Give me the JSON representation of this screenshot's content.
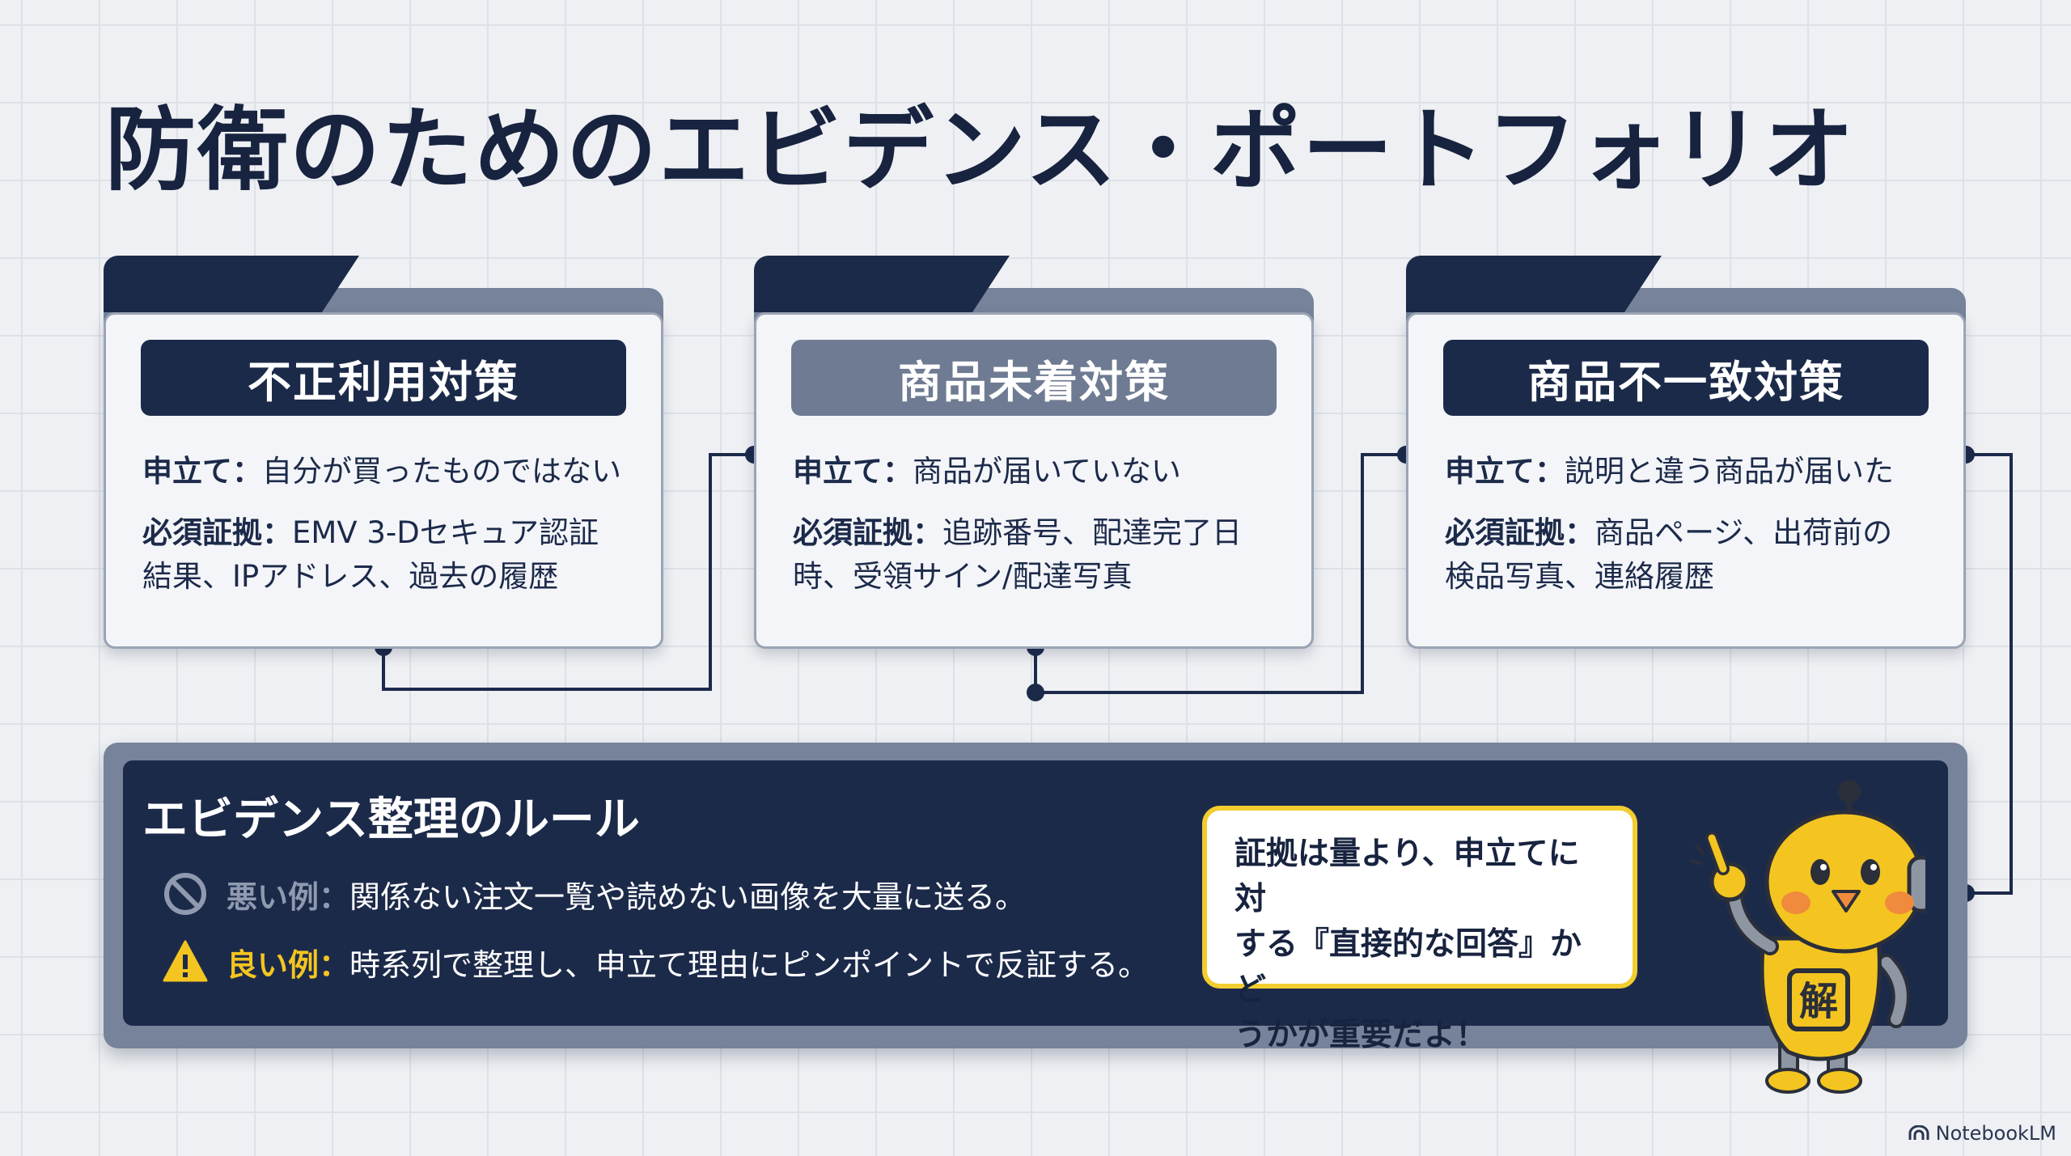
{
  "title": "防衛のためのエビデンス・ポートフォリオ",
  "folders": [
    {
      "label": "不正利用対策",
      "claim_key": "申立て：",
      "claim_value": "自分が買ったものではない",
      "evidence_key": "必須証拠：",
      "evidence_value_1": "EMV 3-Dセキュア認証",
      "evidence_value_2": "結果、IPアドレス、過去の履歴"
    },
    {
      "label": "商品未着対策",
      "claim_key": "申立て：",
      "claim_value": "商品が届いていない",
      "evidence_key": "必須証拠：",
      "evidence_value_1": "追跡番号、配達完了日",
      "evidence_value_2": "時、受領サイン/配達写真"
    },
    {
      "label": "商品不一致対策",
      "claim_key": "申立て：",
      "claim_value": "説明と違う商品が届いた",
      "evidence_key": "必須証拠：",
      "evidence_value_1": "商品ページ、出荷前の",
      "evidence_value_2": "検品写真、連絡履歴"
    }
  ],
  "rules": {
    "title": "エビデンス整理のルール",
    "bad_key": "悪い例：",
    "bad_desc": "関係ない注文一覧や読めない画像を大量に送る。",
    "good_key": "良い例：",
    "good_desc": "時系列で整理し、申立て理由にピンポイントで反証する。"
  },
  "bubble": {
    "line1": "証拠は量より、申立てに対",
    "line2": "する『直接的な回答』かど",
    "line3": "うかが重要だよ！"
  },
  "mascot_badge": "解",
  "footer": "NotebookLM",
  "colors": {
    "navy": "#1c2a4a",
    "slate": "#6e7b92",
    "yellow": "#f2cd2f",
    "background": "#eef0f3"
  },
  "icons": {
    "bad": "prohibited-icon",
    "good": "warning-icon"
  }
}
